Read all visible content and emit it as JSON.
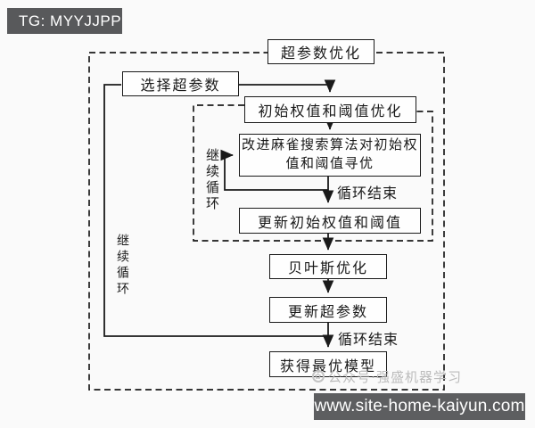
{
  "badge": {
    "label": "TG: MYYJJPP"
  },
  "flowchart": {
    "nodes": {
      "hyperparam_opt": "超参数优化",
      "select_hyperparam": "选择超参数",
      "init_weight_threshold_opt": "初始权值和阈值优化",
      "ssa_line1": "改进麻雀搜索算法对初始权",
      "ssa_line2": "值和阈值寻优",
      "update_init_weight_threshold": "更新初始权值和阈值",
      "bayes_opt": "贝叶斯优化",
      "update_hyperparam": "更新超参数",
      "final_model": "获得最优模型"
    },
    "edge_labels": {
      "loop_end_inner": "循环结束",
      "loop_end_outer": "循环结束",
      "continue_loop_inner": "继续循环",
      "continue_loop_outer": "继续循环"
    }
  },
  "watermark": {
    "label": "公众号·强盛机器学习",
    "logo": "flower-logo-icon"
  },
  "url_bar": {
    "text": "www.site-home-kaiyun.com"
  },
  "colors": {
    "badge_bg": "#58595b",
    "url_bar_bg": "#5d5e60",
    "line": "#1a1a1a",
    "watermark_gray": "#bcbcbc",
    "background": "#fafafa"
  }
}
